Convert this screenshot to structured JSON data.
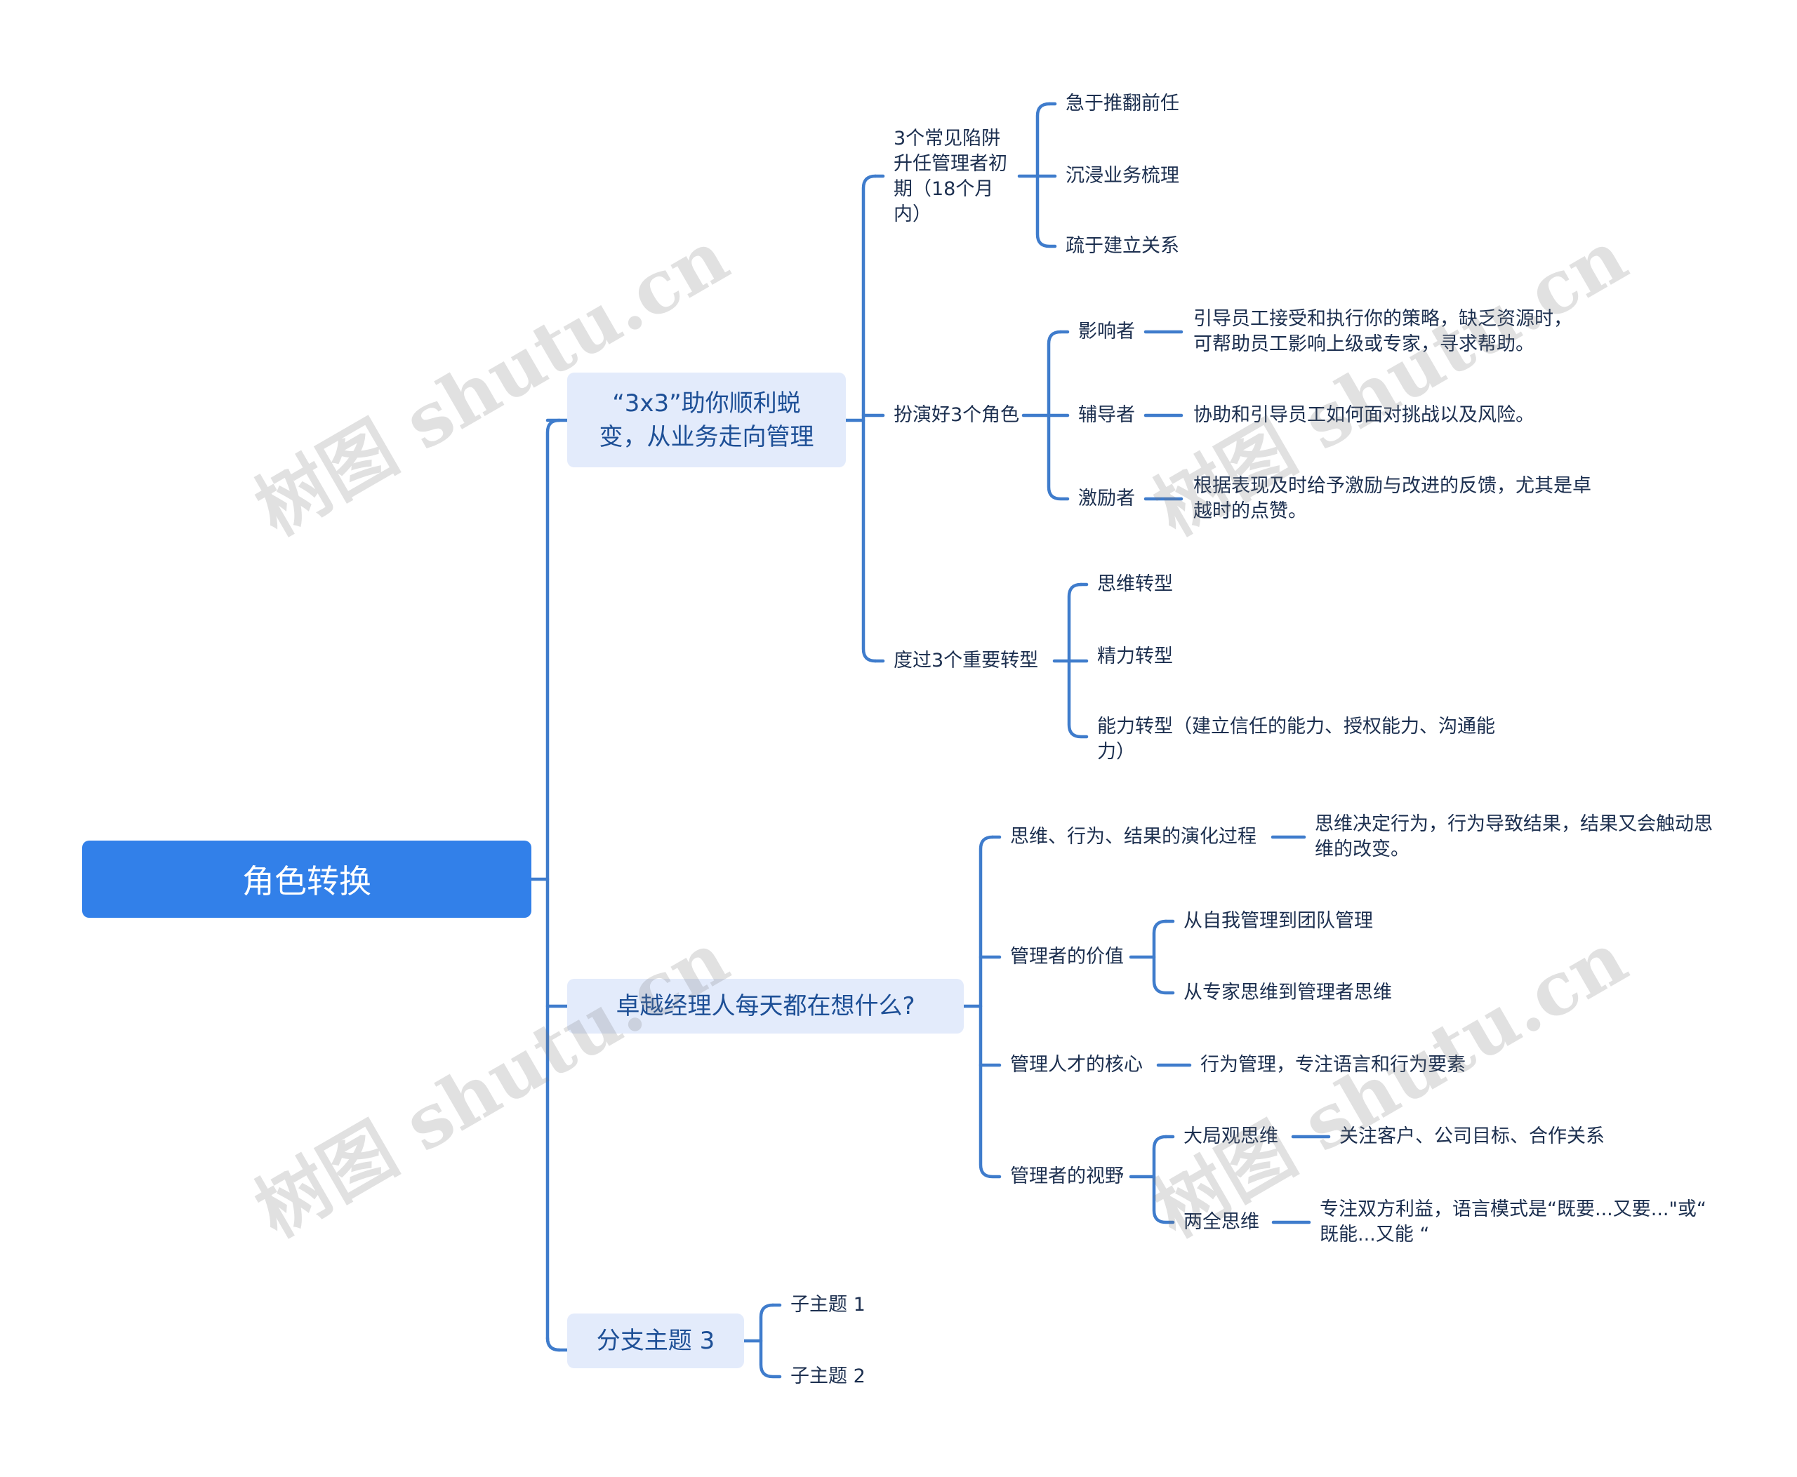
{
  "root": {
    "label": "角色转换"
  },
  "branches": [
    {
      "label_lines": [
        "“3x3”助你顺利蜕",
        "变，从业务走向管理"
      ],
      "children": [
        {
          "label": "3个常见陷阱升任管理者初期（18个月内）",
          "children": [
            "急于推翻前任",
            "沉浸业务梳理",
            "疏于建立关系"
          ]
        },
        {
          "label": "扮演好3个角色",
          "children": [
            {
              "label": "影响者",
              "detail": "引导员工接受和执行你的策略，缺乏资源时，可帮助员工影响上级或专家，寻求帮助。"
            },
            {
              "label": "辅导者",
              "detail": "协助和引导员工如何面对挑战以及风险。"
            },
            {
              "label": "激励者",
              "detail": "根据表现及时给予激励与改进的反馈，尤其是卓越时的点赞。"
            }
          ]
        },
        {
          "label": "度过3个重要转型",
          "children": [
            "思维转型",
            "精力转型",
            "能力转型（建立信任的能力、授权能力、沟通能力）"
          ]
        }
      ]
    },
    {
      "label": "卓越经理人每天都在想什么?",
      "children": [
        {
          "label": "思维、行为、结果的演化过程",
          "detail": "思维决定行为，行为导致结果，结果又会触动思维的改变。"
        },
        {
          "label": "管理者的价值",
          "children": [
            "从自我管理到团队管理",
            "从专家思维到管理者思维"
          ]
        },
        {
          "label": "管理人才的核心",
          "detail": "行为管理，专注语言和行为要素"
        },
        {
          "label": "管理者的视野",
          "children": [
            {
              "label": "大局观思维",
              "detail": "关注客户、公司目标、合作关系"
            },
            {
              "label": "两全思维",
              "detail": "专注双方利益，语言模式是“既要...又要...\"或“ 既能...又能 “"
            }
          ]
        }
      ]
    },
    {
      "label": "分支主题 3",
      "children": [
        "子主题 1",
        "子主题 2"
      ]
    }
  ],
  "watermark": "树图 shutu.cn",
  "colors": {
    "root_fill": "#3280e9",
    "branch_fill": "#e3ebfb",
    "connector": "#3f7ccc",
    "branch_text": "#1d4f96"
  }
}
